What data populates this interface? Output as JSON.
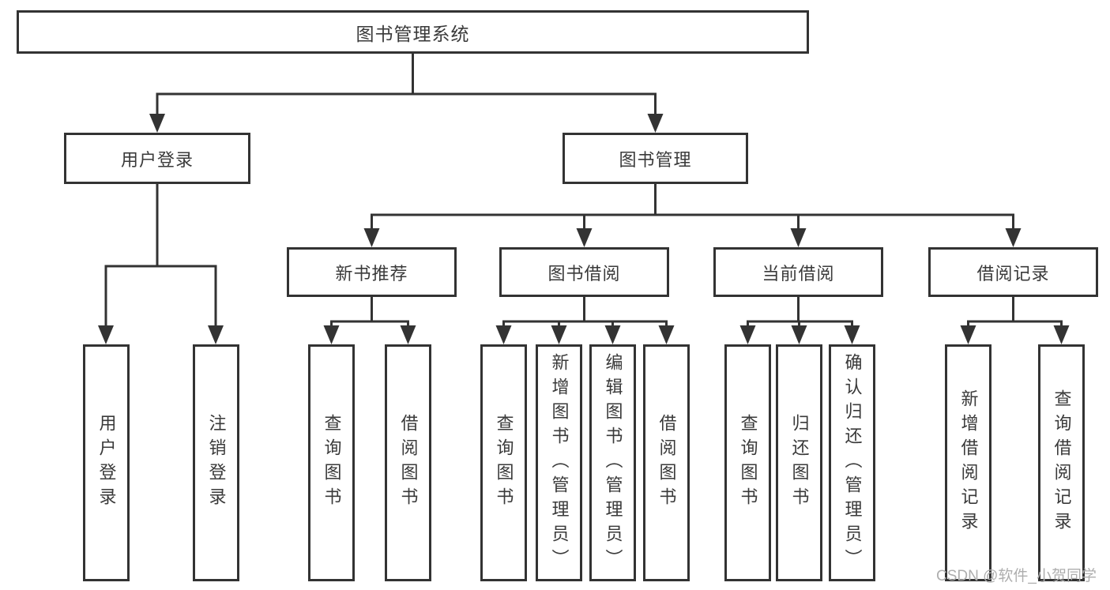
{
  "diagram": {
    "type": "hierarchy-tree",
    "root": {
      "label": "图书管理系统"
    },
    "level2": {
      "user_login": {
        "label": "用户登录"
      },
      "book_mgmt": {
        "label": "图书管理"
      }
    },
    "level3": {
      "new_book": {
        "label": "新书推荐"
      },
      "book_borrow": {
        "label": "图书借阅"
      },
      "current_borrow": {
        "label": "当前借阅"
      },
      "borrow_records": {
        "label": "借阅记录"
      }
    },
    "leaves": {
      "user_login": [
        "用户登录",
        "注销登录"
      ],
      "new_book": [
        "查询图书",
        "借阅图书"
      ],
      "book_borrow": [
        "查询图书",
        "新增图书（管理员）",
        "编辑图书（管理员）",
        "借阅图书"
      ],
      "current_borrow": [
        "查询图书",
        "归还图书",
        "确认归还（管理员）"
      ],
      "borrow_records": [
        "新增借阅记录",
        "查询借阅记录"
      ]
    }
  },
  "watermark": {
    "text": "CSDN @软件_小贺同学",
    "color": "#aeaeae"
  },
  "colors": {
    "line": "#333333",
    "text": "#3a3a3a",
    "box_background": "#ffffff",
    "page_background": "#ffffff"
  }
}
